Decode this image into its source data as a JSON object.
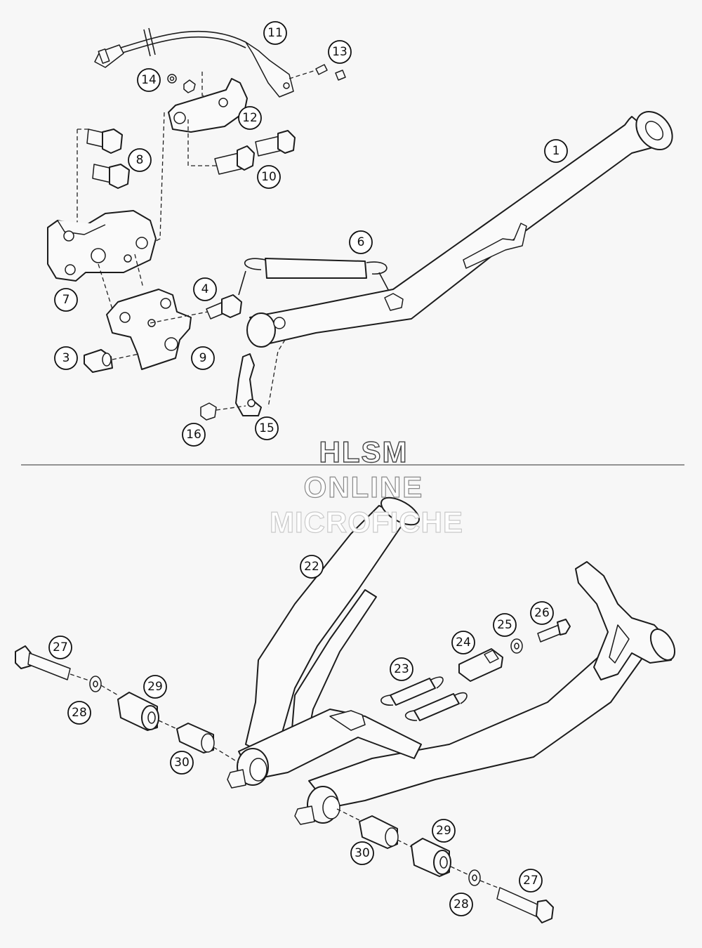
{
  "watermark": {
    "line1": "HLSM",
    "line2": "ONLINE",
    "line3": "MICROFICHE"
  },
  "callouts": {
    "c1": "1",
    "c3": "3",
    "c4": "4",
    "c6": "6",
    "c7": "7",
    "c8": "8",
    "c9": "9",
    "c10": "10",
    "c11": "11",
    "c12": "12",
    "c13": "13",
    "c14": "14",
    "c15": "15",
    "c16": "16",
    "c22": "22",
    "c23": "23",
    "c24": "24",
    "c25": "25",
    "c26": "26",
    "c27a": "27",
    "c28a": "28",
    "c29a": "29",
    "c30a": "30",
    "c27b": "27",
    "c28b": "28",
    "c29b": "29",
    "c30b": "30"
  },
  "colors": {
    "background": "#f7f7f7",
    "line": "#1c1c1c"
  }
}
